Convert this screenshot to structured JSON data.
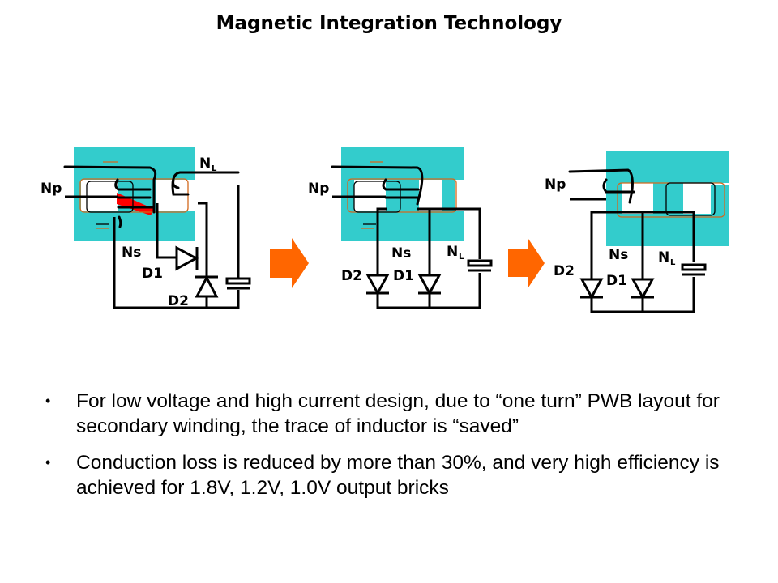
{
  "title": "Magnetic Integration Technology",
  "colors": {
    "core": "#33cccc",
    "arrow": "#ff6600",
    "flux_path": "#d2691e",
    "hot_spot": "#ff0000",
    "wire": "#000000"
  },
  "diagrams": [
    {
      "id": "stage-1",
      "labels": {
        "primary": "Np",
        "secondary": "Ns",
        "inductor": "N",
        "inductor_sub": "L",
        "diode1": "D1",
        "diode2": "D2"
      },
      "note": "separate inductor winding on right leg, loss hot-spot shown in red"
    },
    {
      "id": "stage-2",
      "labels": {
        "primary": "Np",
        "secondary": "Ns",
        "inductor": "N",
        "inductor_sub": "L",
        "diode1": "D1",
        "diode2": "D2"
      }
    },
    {
      "id": "stage-3",
      "labels": {
        "primary": "Np",
        "secondary": "Ns",
        "inductor": "N",
        "inductor_sub": "L",
        "diode1": "D1",
        "diode2": "D2"
      }
    }
  ],
  "arrows": [
    "stage-1-to-2",
    "stage-2-to-3"
  ],
  "bullets": [
    "For low voltage and high current design, due to “one turn” PWB layout for secondary winding, the trace of inductor is “saved”",
    "Conduction loss is reduced by more than 30%, and very high efficiency is achieved for 1.8V, 1.2V, 1.0V output bricks"
  ],
  "bullet_symbol": "•"
}
